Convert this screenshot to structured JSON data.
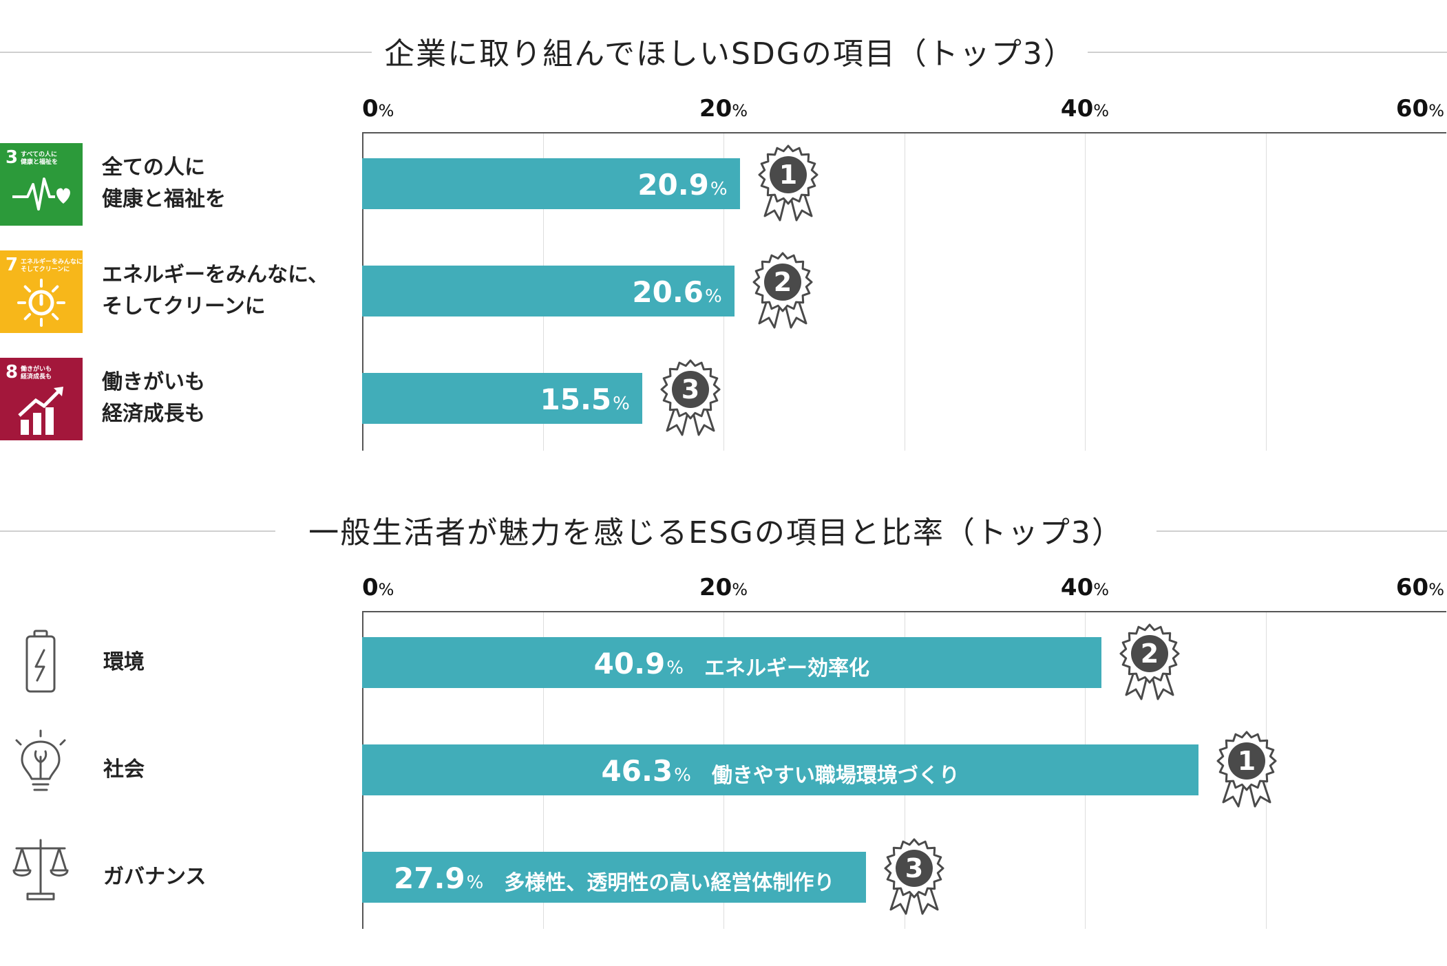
{
  "colors": {
    "bar": "#41adb9",
    "rosette": "#4a4a4a",
    "sdg3": "#2c9a3a",
    "sdg7": "#f7b71a",
    "sdg8": "#a3173b",
    "icon_stroke": "#555555"
  },
  "chart_data": [
    {
      "type": "bar",
      "orientation": "horizontal",
      "title": "企業に取り組んでほしいSDGの項目（トップ3）",
      "xlim": [
        0,
        60
      ],
      "ticks": [
        "0",
        "20",
        "40",
        "60"
      ],
      "tick_unit": "%",
      "grid": true,
      "categories": [
        {
          "label_lines": [
            "全ての人に",
            "健康と福祉を"
          ],
          "icon": "sdg-3-icon",
          "icon_number": "3",
          "icon_text": [
            "すべての人に",
            "健康と福祉を"
          ]
        },
        {
          "label_lines": [
            "エネルギーをみんなに、",
            "そしてクリーンに"
          ],
          "icon": "sdg-7-icon",
          "icon_number": "7",
          "icon_text": [
            "エネルギーをみんなに",
            "そしてクリーンに"
          ]
        },
        {
          "label_lines": [
            "働きがいも",
            "経済成長も"
          ],
          "icon": "sdg-8-icon",
          "icon_number": "8",
          "icon_text": [
            "働きがいも",
            "経済成長も"
          ]
        }
      ],
      "values": [
        20.9,
        20.6,
        15.5
      ],
      "value_labels": [
        "20.9",
        "20.6",
        "15.5"
      ],
      "ranks": [
        "1",
        "2",
        "3"
      ],
      "bar_descriptions": [
        "",
        "",
        ""
      ]
    },
    {
      "type": "bar",
      "orientation": "horizontal",
      "title": "一般生活者が魅力を感じるESGの項目と比率（トップ3）",
      "xlim": [
        0,
        60
      ],
      "ticks": [
        "0",
        "20",
        "40",
        "60"
      ],
      "tick_unit": "%",
      "grid": true,
      "categories": [
        {
          "label_lines": [
            "環境"
          ],
          "icon": "battery-icon"
        },
        {
          "label_lines": [
            "社会"
          ],
          "icon": "lightbulb-icon"
        },
        {
          "label_lines": [
            "ガバナンス"
          ],
          "icon": "scales-icon"
        }
      ],
      "values": [
        40.9,
        46.3,
        27.9
      ],
      "value_labels": [
        "40.9",
        "46.3",
        "27.9"
      ],
      "ranks": [
        "2",
        "1",
        "3"
      ],
      "bar_descriptions": [
        "エネルギー効率化",
        "働きやすい職場環境づくり",
        "多様性、透明性の高い経営体制作り"
      ]
    }
  ]
}
